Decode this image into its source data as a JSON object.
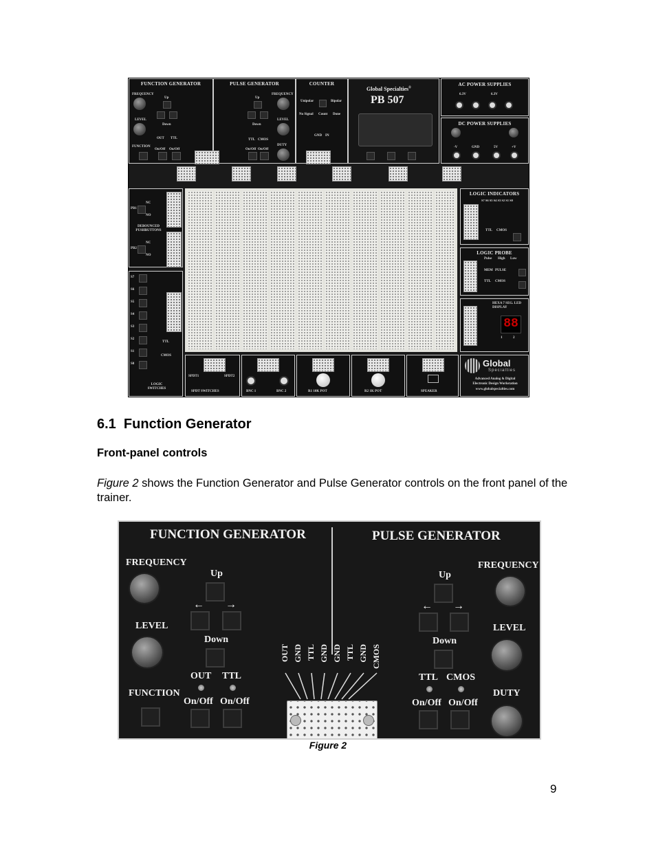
{
  "trainer_photo": {
    "function_generator": {
      "title": "FUNCTION GENERATOR",
      "frequency": "FREQUENCY",
      "up": "Up",
      "down": "Down",
      "level": "LEVEL",
      "function": "FUNCTION",
      "out": "OUT",
      "ttl": "TTL",
      "onoff": "On/Off"
    },
    "pulse_generator": {
      "title": "PULSE GENERATOR",
      "frequency": "FREQUENCY",
      "up": "Up",
      "down": "Down",
      "level": "LEVEL",
      "duty": "DUTY",
      "ttl": "TTL",
      "cmos": "CMOS",
      "onoff": "On/Off"
    },
    "counter": {
      "title": "COUNTER",
      "unipolar": "Unipolar",
      "bipolar": "Bipolar",
      "no_signal": "No Signal",
      "count": "Count",
      "done": "Done",
      "gnd": "GND",
      "in": "IN"
    },
    "brand": {
      "name": "Global Specialties",
      "reg": "®",
      "model": "PB 507"
    },
    "ac_power": {
      "title": "AC POWER SUPPLIES",
      "left": "6.3V",
      "right": "6.3V"
    },
    "dc_power": {
      "title": "DC POWER SUPPLIES",
      "neg": "-V",
      "gnd": "GND",
      "five": "5V",
      "pos": "+V"
    },
    "debounce": {
      "nc": "NC",
      "no": "NO",
      "pb1": "PB1",
      "pb2": "PB2",
      "title": "DEBOUNCED PUSHBUTTONS"
    },
    "logic_switches": {
      "title": "LOGIC SWITCHES",
      "ttl": "TTL",
      "cmos": "CMOS",
      "names": [
        "S7",
        "S6",
        "S5",
        "S4",
        "S3",
        "S2",
        "S1",
        "S0"
      ]
    },
    "logic_indicators": {
      "title": "LOGIC INDICATORS",
      "bits": "S7 S6 S5 S4 S3 S2 S1 S0",
      "ttl": "TTL",
      "cmos": "CMOS"
    },
    "logic_probe": {
      "title": "LOGIC PROBE",
      "pulse": "Pulse",
      "high": "High",
      "low": "Low",
      "mem": "MEM",
      "pulse2": "PULSE",
      "ttl": "TTL",
      "cmos": "CMOS"
    },
    "hexa": {
      "title": "HEXA 7 SEG. LED DISPLAY",
      "d1": "1",
      "d2": "2"
    },
    "bottom": {
      "spdt": "SPDT SWITCHES",
      "spdt1": "SPDT1",
      "spdt2": "SPDT2",
      "bnc1": "BNC 1",
      "bnc2": "BNC 2",
      "r1": "R1 10K POT",
      "r2": "R2 1K POT",
      "speaker": "SPEAKER"
    },
    "global_logo": {
      "name": "Global",
      "sub": "Specialties",
      "line1": "Advanced Analog & Digital",
      "line2": "Electronic Design Workstation",
      "url": "www.globalspecialties.com"
    }
  },
  "section": {
    "heading": "6.1  Function Generator",
    "subheading": "Front-panel controls"
  },
  "paragraph": {
    "fig_ref": "Figure 2",
    "rest": " shows the Function Generator and Pulse Generator controls on the front panel of the trainer."
  },
  "figure2": {
    "fg_title": "FUNCTION GENERATOR",
    "pg_title": "PULSE GENERATOR",
    "fg_frequency": "FREQUENCY",
    "fg_level": "LEVEL",
    "fg_function": "FUNCTION",
    "fg_up": "Up",
    "fg_down": "Down",
    "fg_out": "OUT",
    "fg_ttl": "TTL",
    "fg_onoff1": "On/Off",
    "fg_onoff2": "On/Off",
    "pg_frequency": "FREQUENCY",
    "pg_level": "LEVEL",
    "pg_duty": "DUTY",
    "pg_up": "Up",
    "pg_down": "Down",
    "pg_ttl": "TTL",
    "pg_cmos": "CMOS",
    "pg_onoff1": "On/Off",
    "pg_onoff2": "On/Off",
    "left_arrow": "←",
    "right_arrow": "→",
    "outputs": [
      "OUT",
      "GND",
      "TTL",
      "GND",
      "GND",
      "TTL",
      "GND",
      "CMOS"
    ],
    "caption": "Figure 2"
  },
  "page_number": "9"
}
